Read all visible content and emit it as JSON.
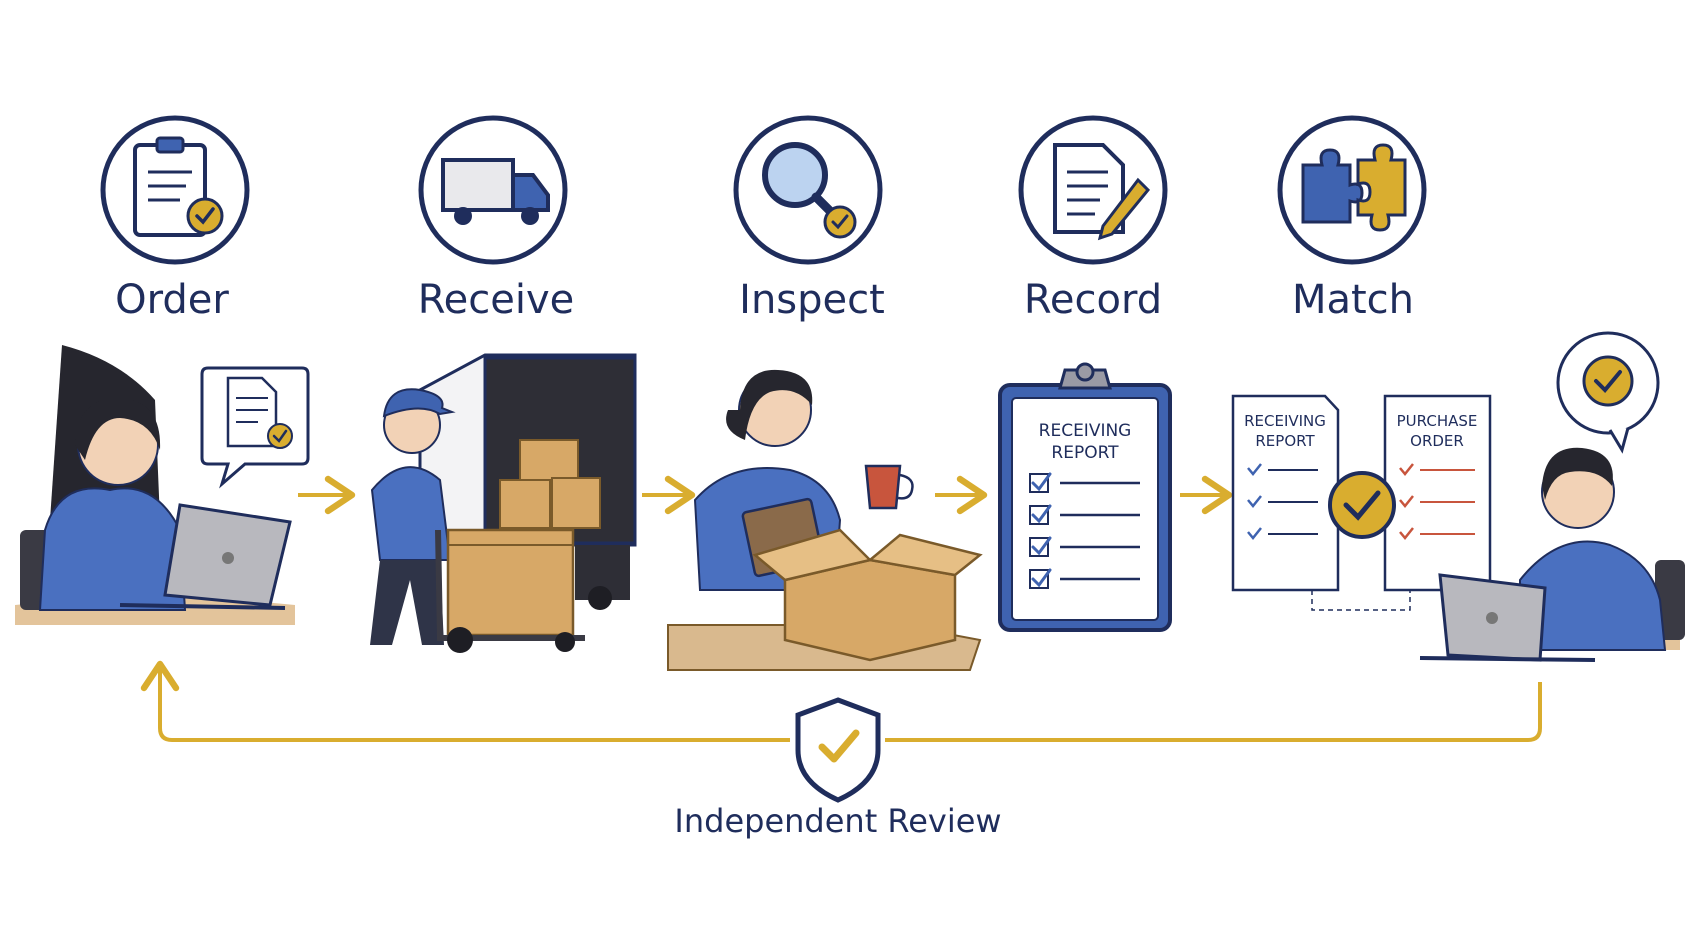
{
  "steps": [
    {
      "label": "Order",
      "icon": "clipboard-check-icon"
    },
    {
      "label": "Receive",
      "icon": "delivery-truck-icon"
    },
    {
      "label": "Inspect",
      "icon": "magnifier-check-icon"
    },
    {
      "label": "Record",
      "icon": "document-pencil-icon"
    },
    {
      "label": "Match",
      "icon": "puzzle-pieces-icon"
    }
  ],
  "documents": {
    "record_report_line1": "RECEIVING",
    "record_report_line2": "REPORT",
    "match_report_line1": "RECEIVING",
    "match_report_line2": "REPORT",
    "match_po_line1": "PURCHASE",
    "match_po_line2": "ORDER"
  },
  "review": {
    "label": "Independent Review",
    "icon": "shield-check-icon"
  },
  "colors": {
    "navy": "#1f2d5c",
    "blue": "#3f63b0",
    "gold": "#d9ad2f",
    "cardboard": "#d7a867",
    "red": "#c8553d"
  }
}
